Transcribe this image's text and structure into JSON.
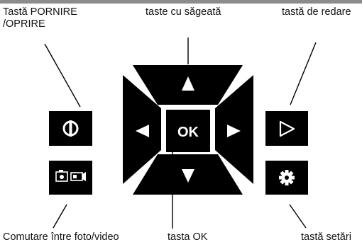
{
  "labels": {
    "power_line1": "Tastă PORNIRE",
    "power_line2": "/OPRIRE",
    "arrows": "taste cu săgeată",
    "play": "tastă de redare",
    "photo_video": "Comutare între foto/video",
    "ok_key": "tasta OK",
    "settings": "tastă setări"
  },
  "buttons": {
    "ok_text": "OK"
  },
  "icons": {
    "power": "power-icon",
    "camera": "camera-icon",
    "video": "video-icon",
    "play": "play-icon",
    "gear": "gear-icon",
    "up": "arrow-up-icon",
    "down": "arrow-down-icon",
    "left": "arrow-left-icon",
    "right": "arrow-right-icon"
  },
  "colors": {
    "key": "#000000",
    "symbol": "#ffffff",
    "line": "#000000"
  }
}
